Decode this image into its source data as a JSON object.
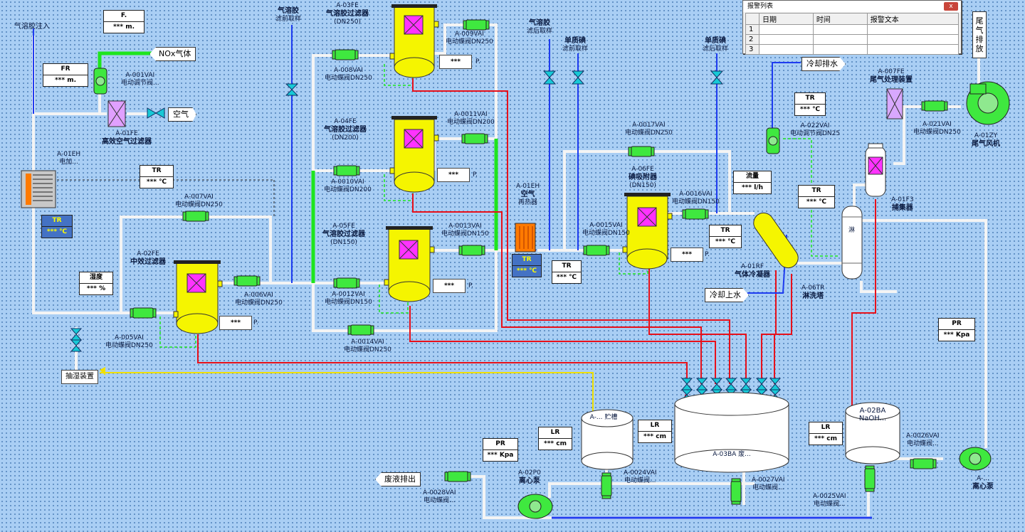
{
  "alarm": {
    "title": "报警列表",
    "close": "x",
    "headers": [
      "日期",
      "时间",
      "报警文本"
    ],
    "rows": [
      "1",
      "2",
      "3"
    ]
  },
  "top_labels": {
    "aerosol_inlet": "气溶胶注入",
    "pre_sample": [
      "气溶胶",
      "滤前取样"
    ],
    "post_sample": [
      "气溶胶",
      "滤后取样"
    ],
    "iodine_sample1": [
      "单质碘",
      "滤前取样"
    ],
    "iodine_sample2": [
      "单质碘",
      "滤后取样"
    ]
  },
  "flags": {
    "nox": "NOx气体",
    "air": "空气",
    "cooling_out": "冷却排水",
    "cooling_in": "冷却上水",
    "waste_out": "废液排出",
    "vent": "尾气排放",
    "dehum": "抽湿装置"
  },
  "equipment": {
    "f01": [
      "A-01FE",
      "高效空气过滤器"
    ],
    "eh01": [
      "A-01EH",
      "电加..."
    ],
    "fe02": [
      "A-02FE",
      "中效过滤器"
    ],
    "fe03": [
      "A-03FE",
      "气溶胶过滤器",
      "(DN250)"
    ],
    "fe04": [
      "A-04FE",
      "气溶胶过滤器",
      "(DN200)"
    ],
    "fe05": [
      "A-05FE",
      "气溶胶过滤器",
      "(DN150)"
    ],
    "fe06": [
      "A-06FE",
      "碘吸附器",
      "(DN150)"
    ],
    "eh01b": [
      "A-01EH",
      "空气",
      "再热器"
    ],
    "rf01": [
      "A-01RF",
      "气体冷凝器"
    ],
    "tr06": [
      "A-06TR",
      "淋洗塔"
    ],
    "fe07": [
      "A-007FE",
      "尾气处理装置"
    ],
    "f3": [
      "A-01F3",
      "捕集器"
    ],
    "zy01": [
      "A-01ZY",
      "尾气风机"
    ],
    "tank_store": "A-... 贮槽",
    "tank_waste": "A-03BA 废...",
    "tank_naoh": [
      "A-02BA",
      "NaOH..."
    ],
    "pump02": [
      "A-02P0",
      "离心泵"
    ],
    "pump_r": [
      "A-...",
      "离心泵"
    ]
  },
  "valves": {
    "v001": [
      "A-001VAI",
      "电动调节阀..."
    ],
    "v005": [
      "A-005VAI",
      "电动蝶阀DN250"
    ],
    "v006": [
      "A-006VAI",
      "电动蝶阀DN250"
    ],
    "v007": [
      "A-007VAI",
      "电动蝶阀DN250"
    ],
    "v008": [
      "A-008VAI",
      "电动蝶阀DN250"
    ],
    "v009": [
      "A-009VAI",
      "电动蝶阀DN250"
    ],
    "v010": [
      "A-0010VAI",
      "电动蝶阀DN200"
    ],
    "v011": [
      "A-0011VAI",
      "电动蝶阀DN200"
    ],
    "v012": [
      "A-0012VAI",
      "电动蝶阀DN150"
    ],
    "v013": [
      "A-0013VAI",
      "电动蝶阀DN150"
    ],
    "v014": [
      "A-0014VAI",
      "电动蝶阀DN250"
    ],
    "v015": [
      "A-0015VAI",
      "电动蝶阀DN150"
    ],
    "v016": [
      "A-0016VAI",
      "电动蝶阀DN150"
    ],
    "v017": [
      "A-0017VAI",
      "电动蝶阀DN250"
    ],
    "v022": [
      "A-022VAI",
      "电动调节阀DN25"
    ],
    "v021": [
      "A-021VAI",
      "电动蝶阀DN250"
    ],
    "v024": [
      "A-0024VAI",
      "电动蝶阀..."
    ],
    "v027": [
      "A-0027VAI",
      "电动蝶阀..."
    ],
    "v026": [
      "A-0026VAI",
      "电动蝶阀..."
    ],
    "v025": [
      "A-0025VAI",
      "电动蝶阀..."
    ],
    "v028": [
      "A-0028VAI",
      "电动蝶阀..."
    ]
  },
  "instruments": {
    "f_top": {
      "tag": "F.",
      "val": "*** m."
    },
    "fr": {
      "tag": "FR",
      "val": "*** m."
    },
    "tr1": {
      "tag": "TR",
      "val": "*** ℃"
    },
    "tr_heater": {
      "tag": "TR",
      "val": "*** ℃"
    },
    "humid": {
      "tag": "湿度",
      "val": "*** %"
    },
    "tr_reheat": {
      "tag": "TR",
      "val": "*** ℃"
    },
    "tr_reheat2": {
      "tag": "TR",
      "val": "*** ℃"
    },
    "tr_iod": {
      "tag": "TR",
      "val": "*** ℃"
    },
    "flow": {
      "tag": "流量",
      "val": "*** l/h"
    },
    "tr_cond": {
      "tag": "TR",
      "val": "*** ℃"
    },
    "tr_cool": {
      "tag": "TR",
      "val": "*** ℃"
    },
    "pr_right": {
      "tag": "PR",
      "val": "*** Kpa"
    },
    "pr_pump": {
      "tag": "PR",
      "val": "*** Kpa"
    },
    "lr1": {
      "tag": "LR",
      "val": "*** cm"
    },
    "lr2": {
      "tag": "LR",
      "val": "*** cm"
    },
    "lr3": {
      "tag": "LR",
      "val": "*** cm"
    }
  },
  "dp": {
    "fe02": "***",
    "fe03": "***",
    "fe04": "***",
    "fe05": "***",
    "fe06": "***"
  },
  "dp_unit": {
    "fe02": "P.",
    "fe03": "P.",
    "fe04": "P.",
    "fe05": "P.",
    "fe06": "P."
  },
  "colors": {
    "pipe": "#f4f4f4",
    "hot": "#e8101a",
    "green": "#1ee51e",
    "blue": "#1e3cf0",
    "vessel": "#f5f500",
    "yellow": "#f0e000"
  }
}
